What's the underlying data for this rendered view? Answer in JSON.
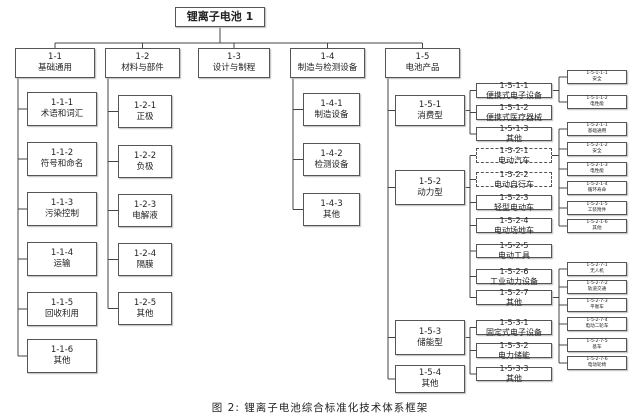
{
  "caption": "图 2: 锂离子电池综合标准化技术体系框架",
  "tree": {
    "code": "",
    "label": "锂离子电池 1",
    "children": [
      {
        "code": "1-1",
        "label": "基础通用",
        "children": [
          {
            "code": "1-1-1",
            "label": "术语和词汇"
          },
          {
            "code": "1-1-2",
            "label": "符号和命名"
          },
          {
            "code": "1-1-3",
            "label": "污染控制"
          },
          {
            "code": "1-1-4",
            "label": "运输"
          },
          {
            "code": "1-1-5",
            "label": "回收利用"
          },
          {
            "code": "1-1-6",
            "label": "其他"
          }
        ]
      },
      {
        "code": "1-2",
        "label": "材料与部件",
        "children": [
          {
            "code": "1-2-1",
            "label": "正极"
          },
          {
            "code": "1-2-2",
            "label": "负极"
          },
          {
            "code": "1-2-3",
            "label": "电解液"
          },
          {
            "code": "1-2-4",
            "label": "隔膜"
          },
          {
            "code": "1-2-5",
            "label": "其他"
          }
        ]
      },
      {
        "code": "1-3",
        "label": "设计与制程"
      },
      {
        "code": "1-4",
        "label": "制造与检测设备",
        "children": [
          {
            "code": "1-4-1",
            "label": "制造设备"
          },
          {
            "code": "1-4-2",
            "label": "检测设备"
          },
          {
            "code": "1-4-3",
            "label": "其他"
          }
        ]
      },
      {
        "code": "1-5",
        "label": "电池产品",
        "children": [
          {
            "code": "1-5-1",
            "label": "消费型",
            "children": [
              {
                "code": "1-5-1-1",
                "label": "便携式电子设备",
                "children": [
                  {
                    "code": "1-5-1-1-1",
                    "label": "安全"
                  },
                  {
                    "code": "1-5-1-1-2",
                    "label": "电性能"
                  }
                ]
              },
              {
                "code": "1-5-1-2",
                "label": "便携式医疗器械"
              },
              {
                "code": "1-5-1-3",
                "label": "其他"
              }
            ]
          },
          {
            "code": "1-5-2",
            "label": "动力型",
            "children": [
              {
                "code": "1-5-2-1",
                "label": "电动汽车",
                "dashed": true,
                "children": [
                  {
                    "code": "1-5-2-1-1",
                    "label": "基础通用"
                  },
                  {
                    "code": "1-5-2-1-2",
                    "label": "安全"
                  },
                  {
                    "code": "1-5-2-1-3",
                    "label": "电性能"
                  },
                  {
                    "code": "1-5-2-1-4",
                    "label": "循环寿命"
                  },
                  {
                    "code": "1-5-2-1-5",
                    "label": "工装附件"
                  },
                  {
                    "code": "1-5-2-1-6",
                    "label": "其他"
                  }
                ]
              },
              {
                "code": "1-5-2-2",
                "label": "电动自行车",
                "dashed": true
              },
              {
                "code": "1-5-2-3",
                "label": "轻型电动车"
              },
              {
                "code": "1-5-2-4",
                "label": "电动场地车"
              },
              {
                "code": "1-5-2-5",
                "label": "电动工具"
              },
              {
                "code": "1-5-2-6",
                "label": "工业动力设备"
              },
              {
                "code": "1-5-2-7",
                "label": "其他",
                "children": [
                  {
                    "code": "1-5-2-7-1",
                    "label": "无人机"
                  },
                  {
                    "code": "1-5-2-7-2",
                    "label": "轨道交通"
                  },
                  {
                    "code": "1-5-2-7-3",
                    "label": "平衡车"
                  },
                  {
                    "code": "1-5-2-7-4",
                    "label": "电动二轮车"
                  },
                  {
                    "code": "1-5-2-7-5",
                    "label": "基车"
                  },
                  {
                    "code": "1-5-2-7-6",
                    "label": "电动轮椅"
                  }
                ]
              }
            ]
          },
          {
            "code": "1-5-3",
            "label": "储能型",
            "children": [
              {
                "code": "1-5-3-1",
                "label": "固定式电子设备"
              },
              {
                "code": "1-5-3-2",
                "label": "电力储能"
              },
              {
                "code": "1-5-3-3",
                "label": "其他"
              }
            ]
          },
          {
            "code": "1-5-4",
            "label": "其他"
          }
        ]
      }
    ]
  }
}
